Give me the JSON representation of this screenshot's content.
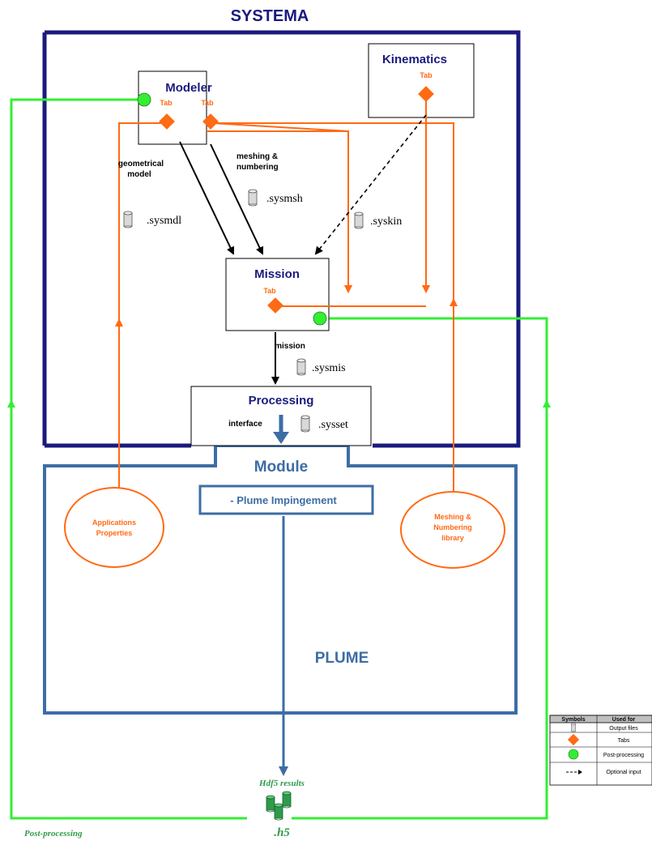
{
  "title": "SYSTEMA",
  "boxes": {
    "modeler": {
      "label": "Modeler",
      "tab1": "Tab",
      "tab2": "Tab"
    },
    "kinematics": {
      "label": "Kinematics",
      "tab": "Tab"
    },
    "mission": {
      "label": "Mission",
      "tab": "Tab"
    },
    "processing": {
      "label": "Processing",
      "interface": "interface"
    }
  },
  "labels": {
    "geometrical_model_1": "geometrical",
    "geometrical_model_2": "model",
    "meshing_1": "meshing &",
    "meshing_2": "numbering",
    "mission": "mission"
  },
  "files": {
    "sysmsh": ".sysmsh",
    "sysmdl": ".sysmdl",
    "syskin": ".syskin",
    "sysmis": ".sysmis",
    "sysset": ".sysset"
  },
  "module": {
    "label": "Module",
    "item": "- Plume Impingement",
    "name": "PLUME"
  },
  "ellipses": {
    "applications_1": "Applications",
    "applications_2": "Properties",
    "meshing_1": "Meshing &",
    "meshing_2": "Numbering",
    "meshing_3": "library"
  },
  "output": {
    "hdf5": "Hdf5 results",
    "h5": ".h5",
    "postprocessing": "Post-processing"
  },
  "legend": {
    "header_symbols": "Symbols",
    "header_used_for": "Used for",
    "rows": [
      "Output files",
      "Tabs",
      "Post-processing",
      "Optional input"
    ]
  },
  "colors": {
    "navy": "#1a1a7e",
    "orange": "#ff6a13",
    "green": "#33ee33",
    "steel_blue": "#3d6da5",
    "dark_green": "#2e9b4a"
  }
}
